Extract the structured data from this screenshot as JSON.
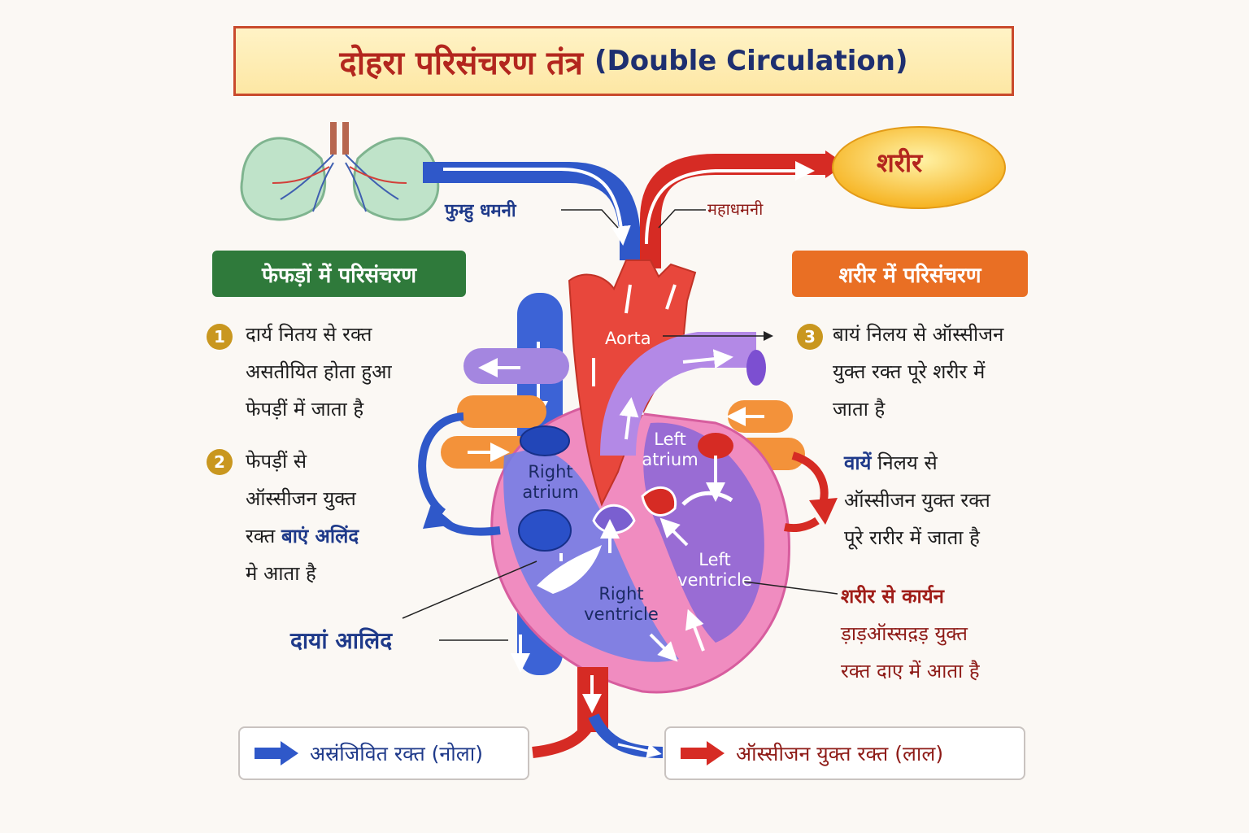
{
  "title": {
    "hindi": "दोहरा परिसंचरण तंत्र",
    "english": "(Double Circulation)"
  },
  "labels": {
    "pulmonary_artery": "फुम्हु धमनी",
    "aorta_hindi": "महाधमनी",
    "body": "शरीर",
    "aorta": "Aorta",
    "right_atrium": "Right atrium",
    "left_atrium": "Left atrium",
    "right_ventricle": "Right ventricle",
    "left_ventricle": "Left ventricle",
    "right_atrium_hindi": "दायां आलिद"
  },
  "sections": {
    "lungs": "फेफड़ों में परिसंचरण",
    "body": "शरीर में परिसंचरण"
  },
  "steps": {
    "s1": {
      "num": "1",
      "l1": "दार्य नितय से रक्त",
      "l2": "असतीयित होता हुआ",
      "l3": "फेपड़ीं में जाता है"
    },
    "s2": {
      "num": "2",
      "l1": "फेपड़ीं से",
      "l2": "ऑस्सीजन युक्त",
      "l3a": "रक्त ",
      "l3b": "बाएं अलिंद",
      "l4": "मे आता है"
    },
    "s3": {
      "num": "3",
      "l1": "बायं निलय से ऑस्सीजन",
      "l2": "युक्त रक्त पूरे शरीर में",
      "l3": "जाता है"
    },
    "s4": {
      "l1a": "वायें",
      "l1b": " निलय से",
      "l2": "ऑस्सीजन युक्त रक्त",
      "l3": "पूरे रारीर में जाता है"
    },
    "s5": {
      "l1": "शरीर से कार्यन",
      "l2": "ड़ाड़ऑस्सद़ड़ युक्त",
      "l3": "रक्त दाए में आता हैे"
    }
  },
  "legend": {
    "deoxy": "अस्रंजिवित रक्त (नोला)",
    "oxy": "ऑस्सीजन युक्त रक्त (लाल)"
  },
  "colors": {
    "deoxy": "#2f58c9",
    "oxy": "#d62b24",
    "title": "#b3261e",
    "lungs_pill": "#2f7a3b",
    "body_pill": "#e96f24"
  }
}
